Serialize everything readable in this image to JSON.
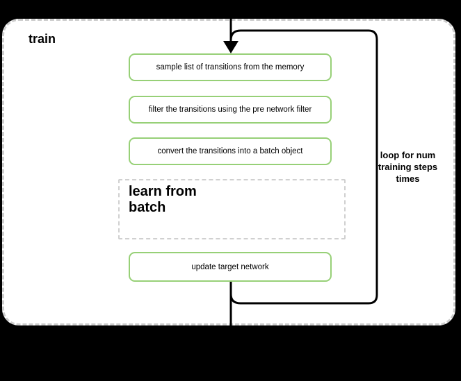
{
  "diagram": {
    "container_label": "train",
    "steps": [
      "sample list of transitions from the memory",
      "filter the transitions using the pre network filter",
      "convert the transitions into a batch object"
    ],
    "subprocess_label": "learn from\nbatch",
    "final_step": "update target network",
    "loop_annotation": "loop for num\ntraining steps\ntimes",
    "colors": {
      "background": "#000000",
      "container_fill": "#ffffff",
      "container_border": "#cccccc",
      "step_border": "#97d077",
      "step_fill": "#ffffff",
      "subprocess_border": "#d0d0d0",
      "connector": "#000000",
      "text": "#000000"
    }
  }
}
